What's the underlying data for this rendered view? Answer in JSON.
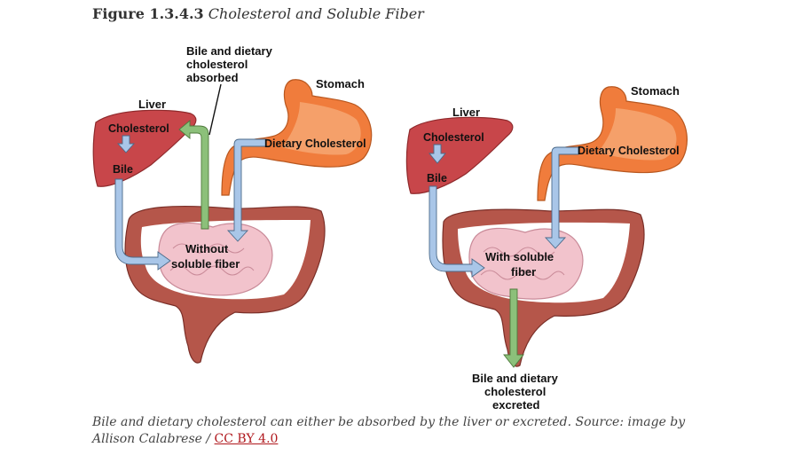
{
  "figure": {
    "number": "Figure 1.3.4.3",
    "title": "Cholesterol and Soluble Fiber"
  },
  "left_panel": {
    "liver": "Liver",
    "stomach": "Stomach",
    "cholesterol": "Cholesterol",
    "bile": "Bile",
    "dietary_cholesterol": "Dietary Cholesterol",
    "absorbed_line1": "Bile and dietary",
    "absorbed_line2": "cholesterol",
    "absorbed_line3": "absorbed",
    "center_line1": "Without",
    "center_line2": "soluble fiber"
  },
  "right_panel": {
    "liver": "Liver",
    "stomach": "Stomach",
    "cholesterol": "Cholesterol",
    "bile": "Bile",
    "dietary_cholesterol": "Dietary Cholesterol",
    "center_line1": "With soluble",
    "center_line2": "fiber",
    "excreted_line1": "Bile and dietary",
    "excreted_line2": "cholesterol",
    "excreted_line3": "excreted"
  },
  "caption": {
    "text": "Bile and dietary cholesterol can either be absorbed by the liver or excreted. Source: image by Allison Calabrese / ",
    "license_link": "CC BY 4.0"
  },
  "colors": {
    "liver": "#c8464a",
    "stomach": "#f07c3c",
    "colon": "#b5564a",
    "small_intestine": "#f2c3cc",
    "blue_arrow": "#a9c6e8",
    "green_arrow": "#8cc07a"
  }
}
